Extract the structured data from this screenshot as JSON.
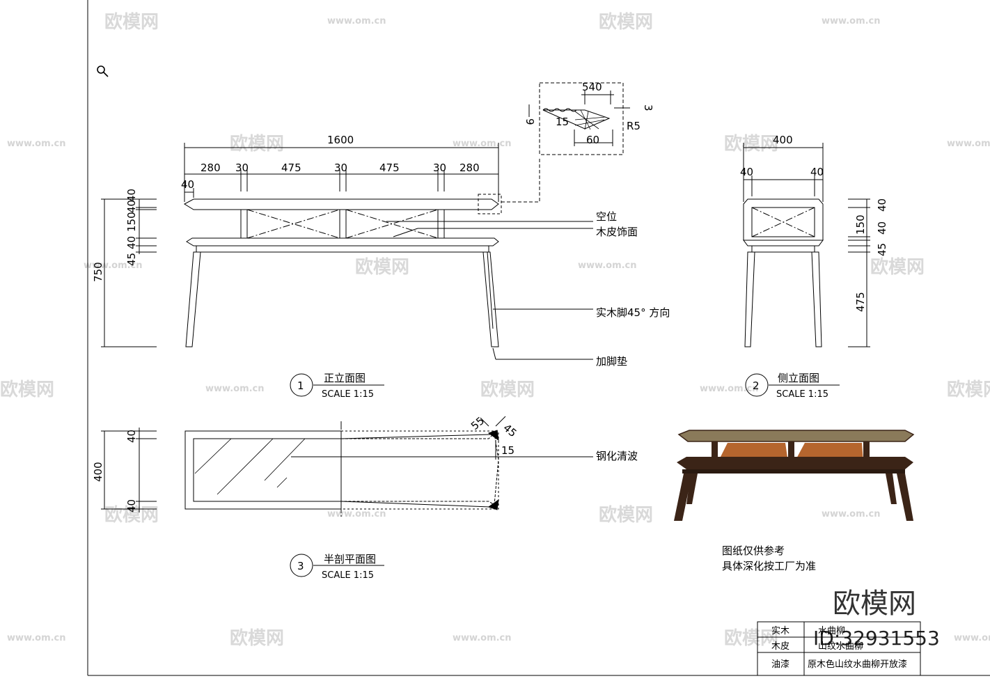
{
  "watermark": {
    "site": "www.om.cn",
    "name": "欧模网"
  },
  "brand": {
    "name": "欧模网",
    "id": "ID:32931553"
  },
  "front": {
    "overall": "1600",
    "segments": [
      "280",
      "30",
      "475",
      "30",
      "475",
      "30",
      "280"
    ],
    "left_small": "40",
    "heights": {
      "total": "750",
      "stack": "45 401504 0",
      "stack_a": "45",
      "stack_b": "40",
      "stack_c": "150",
      "stack_d": "40",
      "stack_e": "40"
    },
    "title_num": "1",
    "title": "正立面图",
    "scale": "SCALE 1:15"
  },
  "detail": {
    "d540": "540",
    "d9": "9",
    "d3": "3",
    "d15": "15",
    "r5": "R5",
    "d60": "60"
  },
  "side": {
    "width": "400",
    "left": "40",
    "right": "40",
    "h40a": "40",
    "h150": "150",
    "h40b": "40",
    "h45": "45",
    "h475": "475",
    "title_num": "2",
    "title": "侧立面图",
    "scale": "SCALE 1:15"
  },
  "plan": {
    "depth": "400",
    "top": "40",
    "bottom": "40",
    "d55": "55",
    "d45": "45",
    "d15": "15",
    "title_num": "3",
    "title": "半剖平面图",
    "scale": "SCALE 1:15"
  },
  "callouts": {
    "empty": "空位",
    "veneer": "木皮饰面",
    "leg": "实木脚45° 方向",
    "pad": "加脚垫",
    "glass": "钢化清波"
  },
  "notes": {
    "line1": "图纸仅供参考",
    "line2": "具体深化按工厂为准"
  },
  "material_table": [
    {
      "k": "实木",
      "v": "水曲柳"
    },
    {
      "k": "木皮",
      "v": "山纹水曲柳"
    },
    {
      "k": "油漆",
      "v": "原木色山纹水曲柳开放漆"
    }
  ],
  "colors": {
    "line": "#000000",
    "wood_dark": "#3b2417",
    "wood_top": "#8a7a5a",
    "inner": "#b5652e"
  }
}
